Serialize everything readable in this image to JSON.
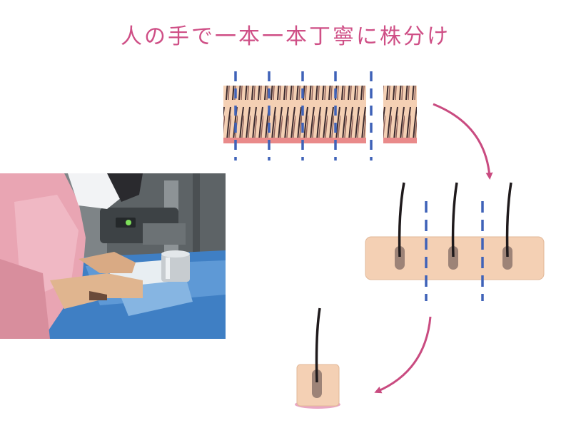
{
  "title": "人の手で一本一本丁寧に株分け",
  "colors": {
    "title": "#cf4f86",
    "arrow": "#c94b80",
    "cut_line": "#3f62b8",
    "skin": "#f4d0b4",
    "skin_edge": "#e2b899",
    "base_strip": "#e98a8a",
    "hair_dark": "#3b2a2e",
    "hair_mid": "#8a5d58",
    "follicle": "#9d8377",
    "graft_base": "#e9a7c4"
  },
  "illustration": {
    "photo": "surgeon-dissecting-grafts-photo",
    "strip": "donor-strip",
    "slivers": "hair-slivers-with-three-follicles",
    "graft": "single-follicular-unit-graft"
  }
}
